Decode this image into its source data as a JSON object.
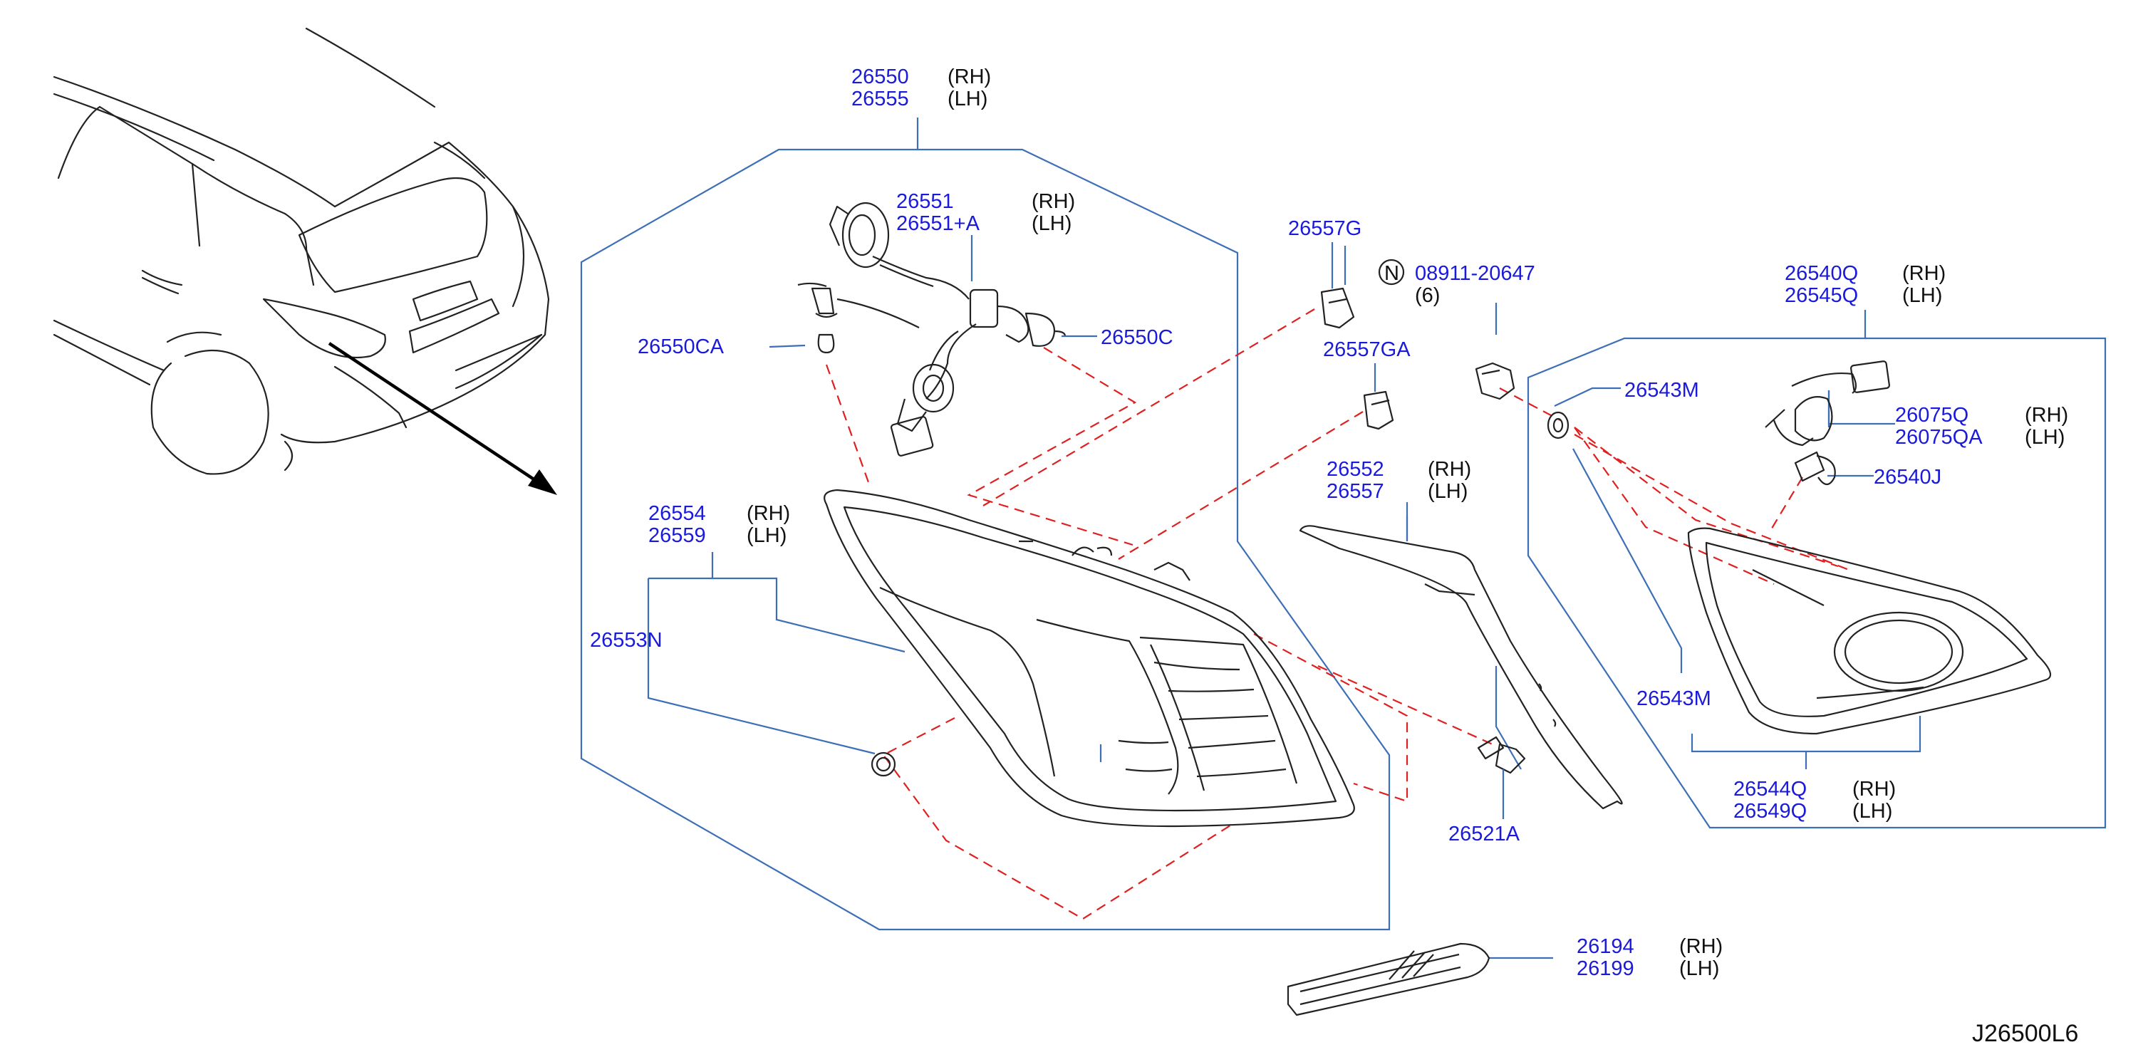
{
  "colors": {
    "part_number": "#1a1adc",
    "side_label": "#111111",
    "leader_line": "#3d6fb6",
    "dashed_line": "#e02020",
    "drawing": "#222222"
  },
  "callouts": {
    "c26550": {
      "pn1": "26550",
      "pn2": "26555",
      "s1": "(RH)",
      "s2": "(LH)"
    },
    "c26551": {
      "pn1": "26551",
      "pn2": "26551+A",
      "s1": "(RH)",
      "s2": "(LH)"
    },
    "c26550CA": {
      "pn": "26550CA"
    },
    "c26550C": {
      "pn": "26550C"
    },
    "c26554": {
      "pn1": "26554",
      "pn2": "26559",
      "s1": "(RH)",
      "s2": "(LH)"
    },
    "c26553N": {
      "pn": "26553N"
    },
    "c26557G": {
      "pn": "26557G"
    },
    "c26557GA": {
      "pn": "26557GA"
    },
    "c08911": {
      "n_symbol": "N",
      "pn": "08911-20647",
      "qty": "(6)"
    },
    "c26552": {
      "pn1": "26552",
      "pn2": "26557",
      "s1": "(RH)",
      "s2": "(LH)"
    },
    "c26521A": {
      "pn": "26521A"
    },
    "c26540Q": {
      "pn1": "26540Q",
      "pn2": "26545Q",
      "s1": "(RH)",
      "s2": "(LH)"
    },
    "c26543M_top": {
      "pn": "26543M"
    },
    "c26075Q": {
      "pn1": "26075Q",
      "pn2": "26075QA",
      "s1": "(RH)",
      "s2": "(LH)"
    },
    "c26540J": {
      "pn": "26540J"
    },
    "c26543M_bot": {
      "pn": "26543M"
    },
    "c26544Q": {
      "pn1": "26544Q",
      "pn2": "26549Q",
      "s1": "(RH)",
      "s2": "(LH)"
    },
    "c26194": {
      "pn1": "26194",
      "pn2": "26199",
      "s1": "(RH)",
      "s2": "(LH)"
    }
  },
  "diagram_code": "J26500L6"
}
